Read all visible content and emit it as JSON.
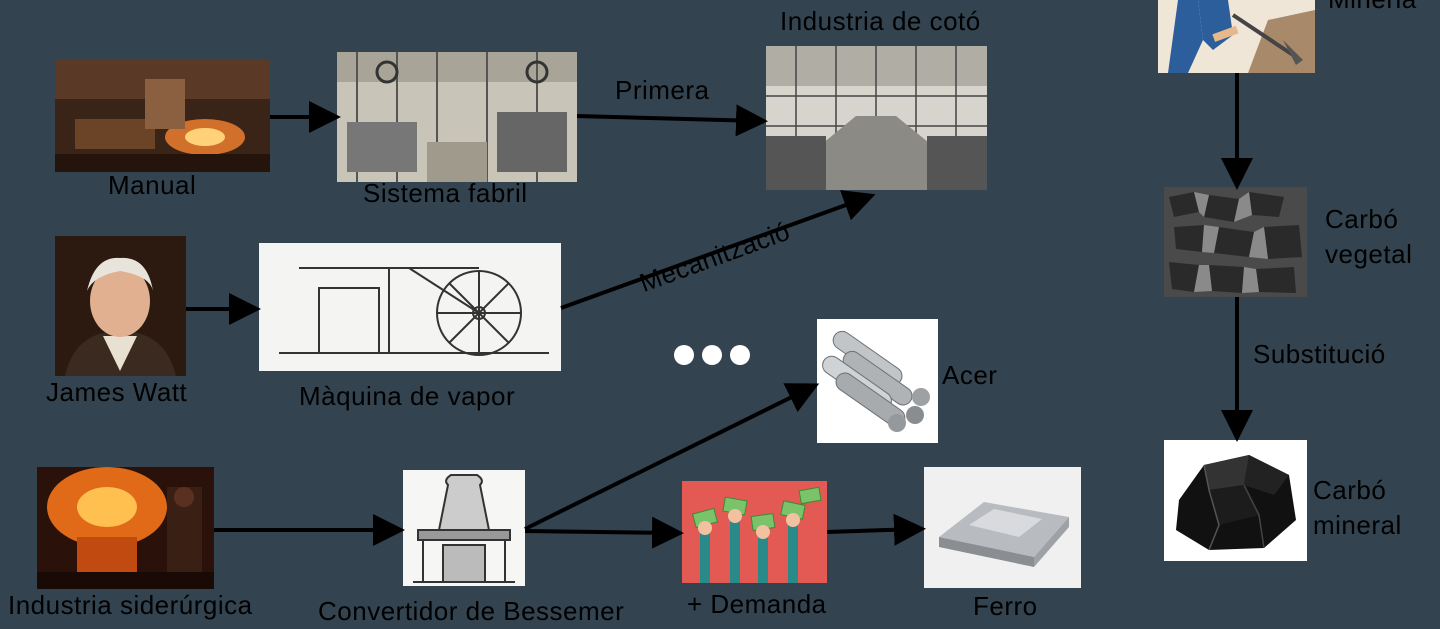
{
  "nodes": {
    "manual": "Manual",
    "sistema_fabril": "Sistema fabril",
    "industria_coto": "Industria de cotó",
    "james_watt": "James Watt",
    "maquina_vapor": "Màquina de vapor",
    "industria_siderurgica": "Industria siderúrgica",
    "convertidor": "Convertidor de Bessemer",
    "demanda": "+ Demanda",
    "ferro": "Ferro",
    "acer": "Acer",
    "mineria": "Mineria",
    "carbo_vegetal_1": "Carbó",
    "carbo_vegetal_2": "vegetal",
    "carbo_mineral_1": "Carbó",
    "carbo_mineral_2": "mineral"
  },
  "edges": {
    "primera": "Primera",
    "mecanitzacio": "Mecanització",
    "substitucio": "Substitució"
  },
  "colors": {
    "background": "#33434f",
    "arrow": "#000000",
    "ellipsis": "#ffffff"
  }
}
